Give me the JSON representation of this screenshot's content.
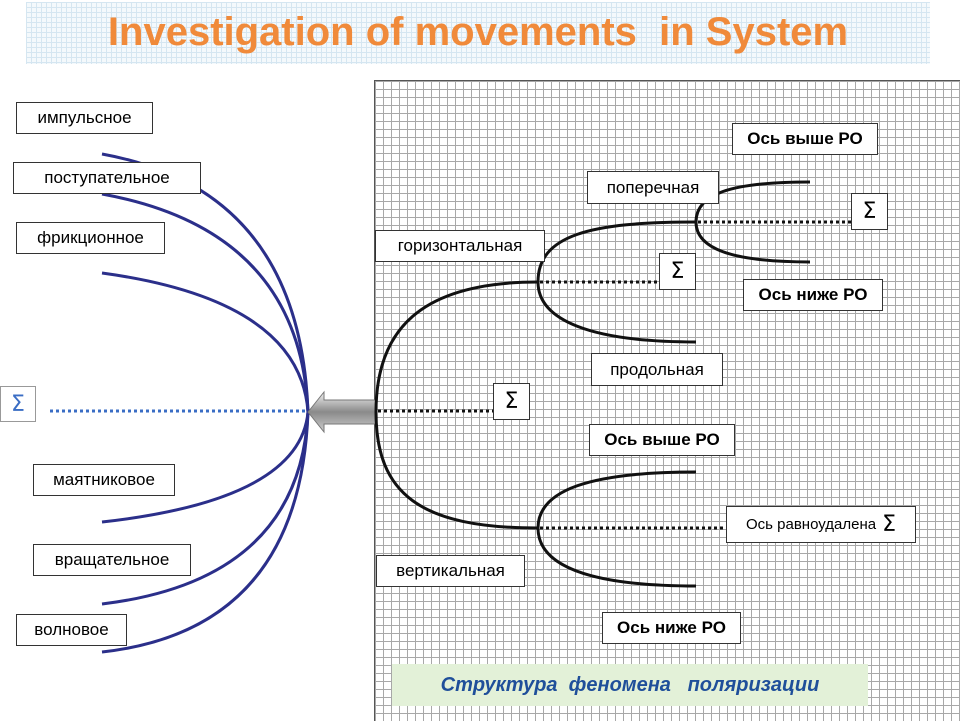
{
  "title": "Investigation of movements  in System",
  "sigma_symbol": "Σ",
  "left_labels": {
    "impulse": "импульсное",
    "translational": "поступательное",
    "friction": "фрикционное",
    "pendulum": "маятниковое",
    "rotational": "вращательное",
    "wave": "волновое"
  },
  "tree": {
    "horizontal": "горизонтальная",
    "vertical": "вертикальная",
    "transverse": "поперечная",
    "longitudinal": "продольная",
    "axis_above_1": "Ось выше РО",
    "axis_below_1": "Ось ниже РО",
    "axis_above_2": "Ось выше РО",
    "axis_below_2": "Ось ниже РО",
    "axis_equidistant": "Ось равноудалена"
  },
  "caption": "Структура  феномена   поляризации",
  "colors": {
    "title": "#f08a3a",
    "left_curves": "#2b2f8a",
    "left_dotted": "#3a6dc4",
    "caption_bg": "#e3f1d8",
    "caption_text": "#1f4f9a"
  }
}
